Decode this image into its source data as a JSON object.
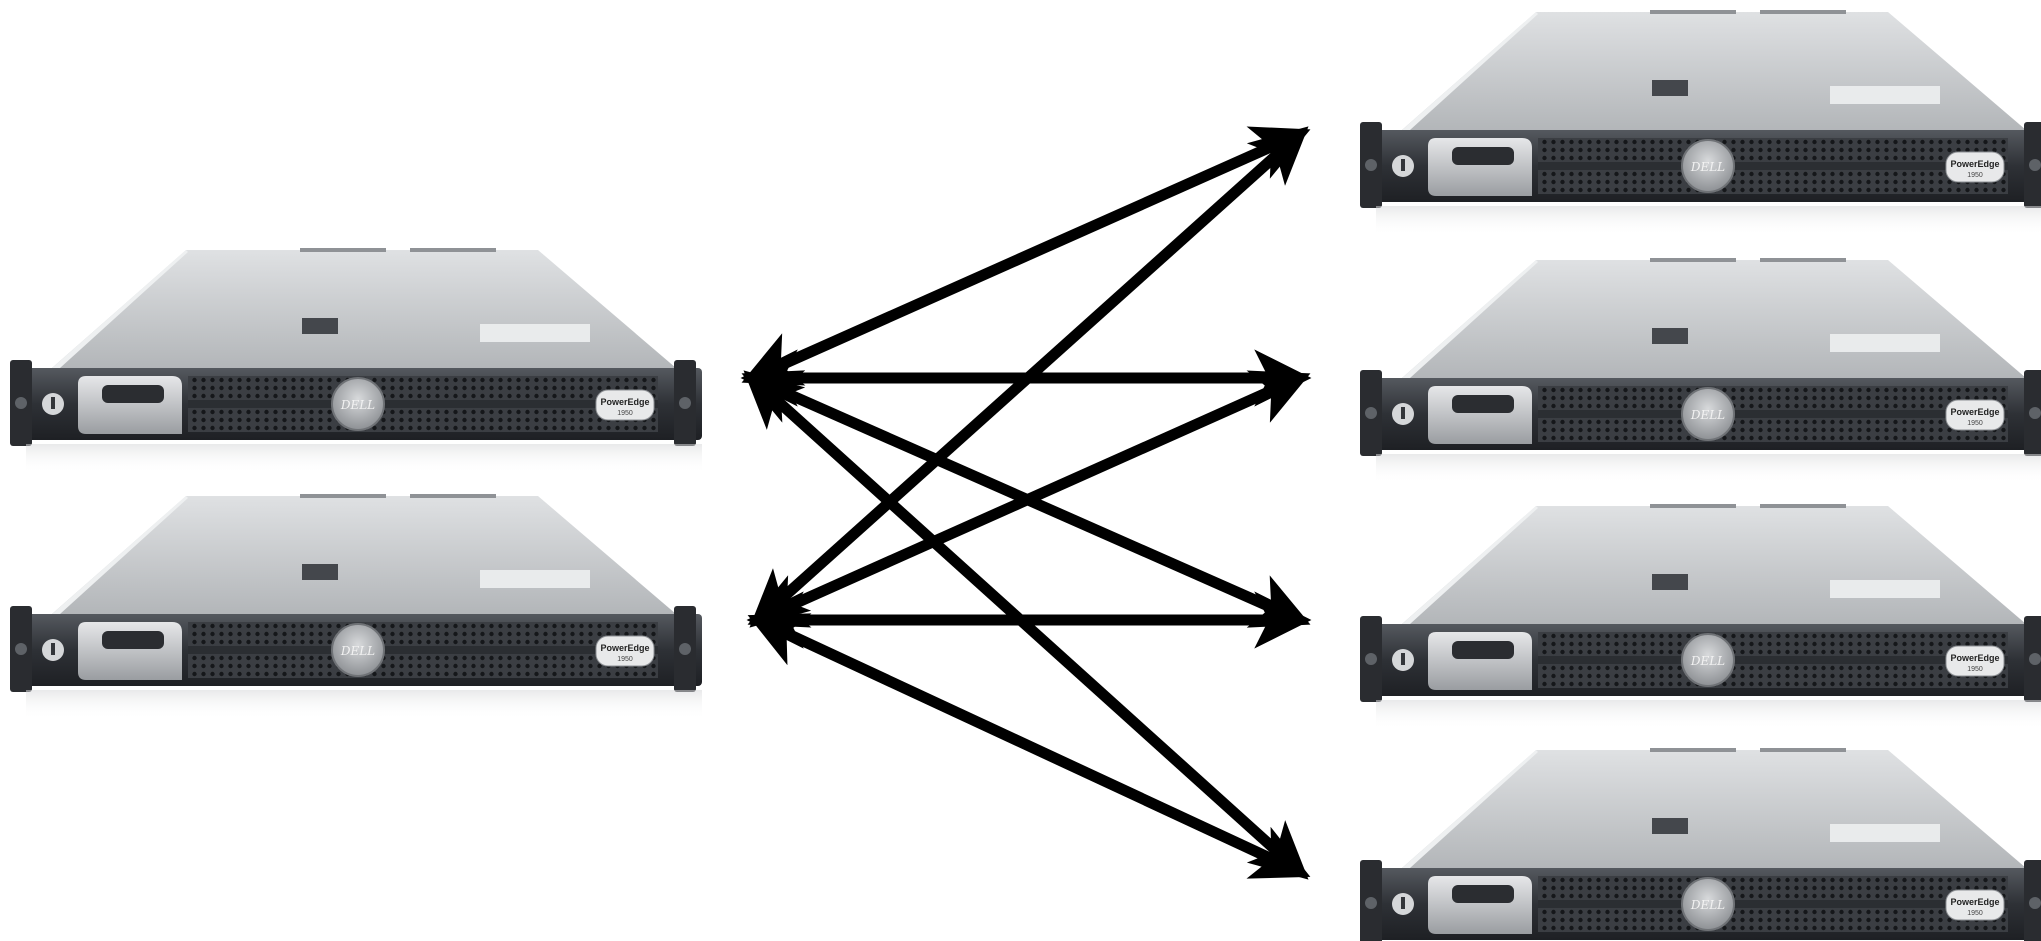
{
  "diagram": {
    "left_servers": [
      {
        "id": "left-1",
        "brand_label": "PowerEdge",
        "model_label": "1950",
        "logo_text": "DELL"
      },
      {
        "id": "left-2",
        "brand_label": "PowerEdge",
        "model_label": "1950",
        "logo_text": "DELL"
      }
    ],
    "right_servers": [
      {
        "id": "right-1",
        "brand_label": "PowerEdge",
        "model_label": "1950",
        "logo_text": "DELL"
      },
      {
        "id": "right-2",
        "brand_label": "PowerEdge",
        "model_label": "1950",
        "logo_text": "DELL"
      },
      {
        "id": "right-3",
        "brand_label": "PowerEdge",
        "model_label": "1950",
        "logo_text": "DELL"
      },
      {
        "id": "right-4",
        "brand_label": "PowerEdge",
        "model_label": "1950",
        "logo_text": "DELL"
      }
    ],
    "connections": [
      {
        "from": "left-1",
        "to": "right-1",
        "bidirectional": true
      },
      {
        "from": "left-1",
        "to": "right-2",
        "bidirectional": true
      },
      {
        "from": "left-1",
        "to": "right-3",
        "bidirectional": true
      },
      {
        "from": "left-1",
        "to": "right-4",
        "bidirectional": true
      },
      {
        "from": "left-2",
        "to": "right-1",
        "bidirectional": true
      },
      {
        "from": "left-2",
        "to": "right-2",
        "bidirectional": true
      },
      {
        "from": "left-2",
        "to": "right-3",
        "bidirectional": true
      },
      {
        "from": "left-2",
        "to": "right-4",
        "bidirectional": true
      }
    ],
    "colors": {
      "arrow": "#000000",
      "background": "#ffffff",
      "chassis_top": "#c8cacc",
      "chassis_front": "#3a3d42",
      "bezel_silver": "#b9bcc0"
    },
    "icons": [
      "server-icon",
      "bidirectional-arrow"
    ]
  }
}
